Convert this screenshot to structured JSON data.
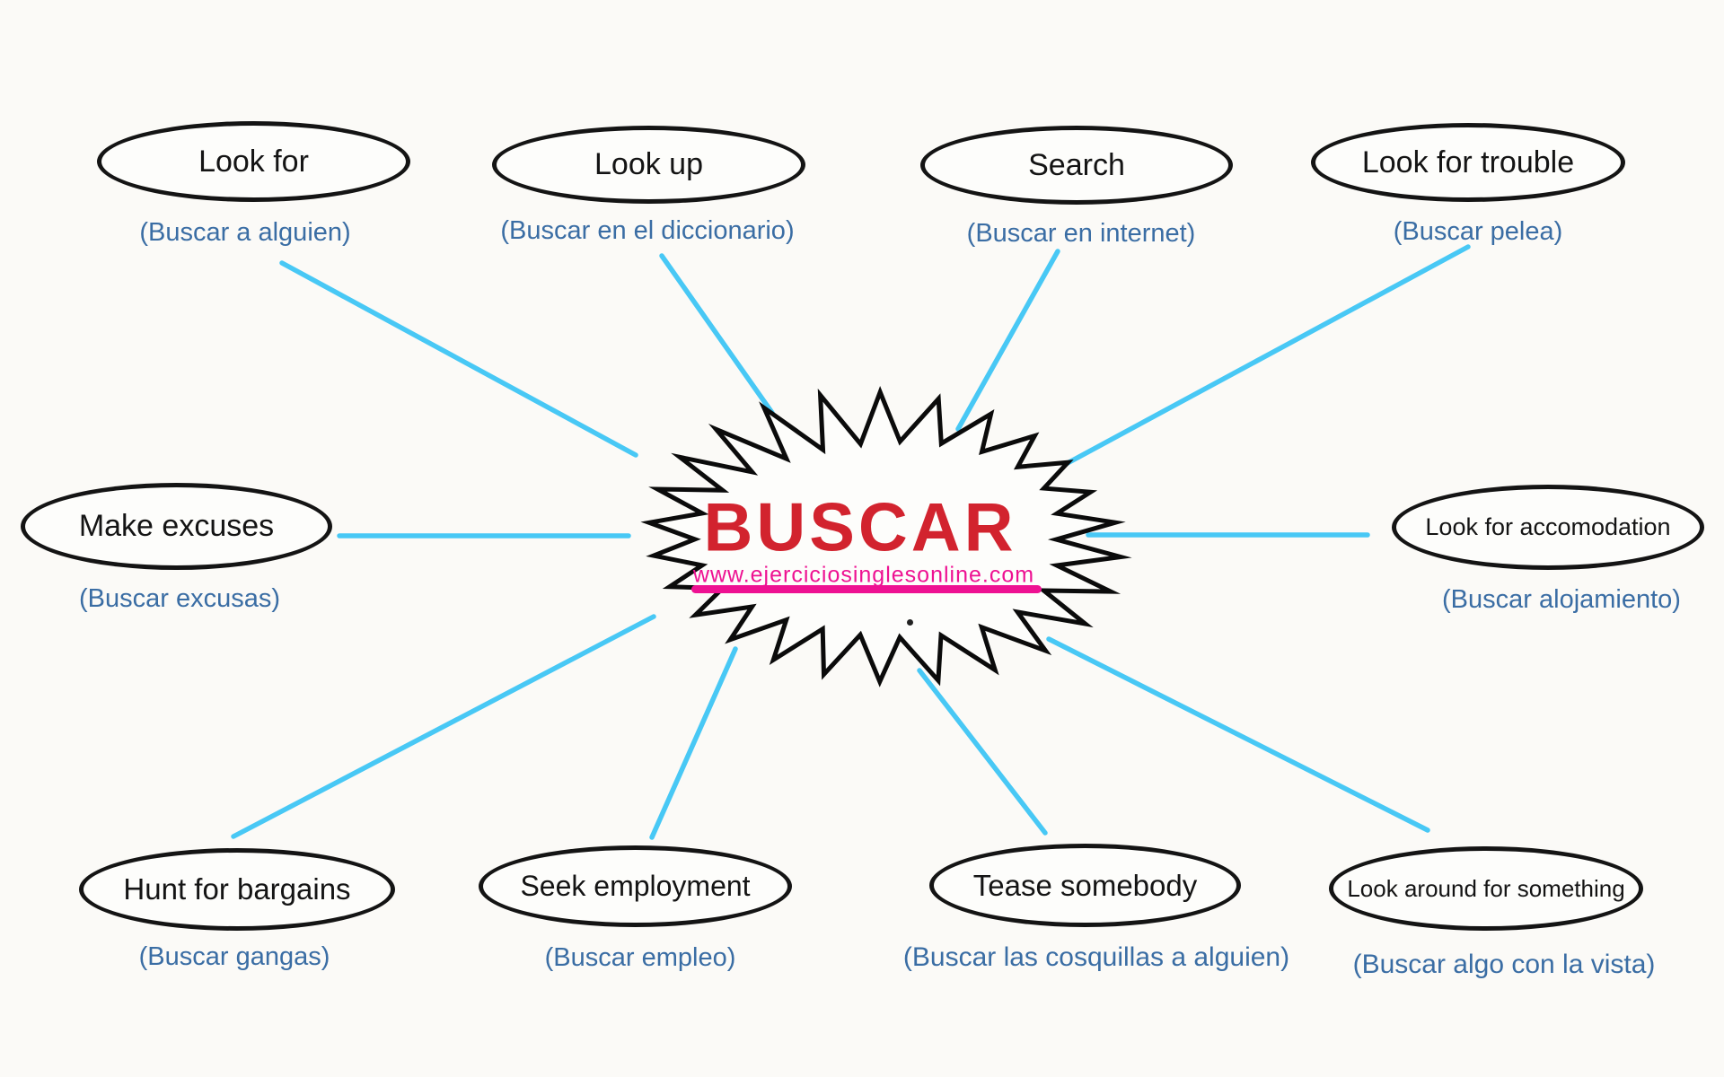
{
  "center": {
    "title": "BUSCAR",
    "url": "www.ejerciciosinglesonline.com"
  },
  "nodes": [
    {
      "id": "look-for",
      "label": "Look for",
      "translation": "(Buscar a alguien)"
    },
    {
      "id": "look-up",
      "label": "Look up",
      "translation": "(Buscar en el diccionario)"
    },
    {
      "id": "search",
      "label": "Search",
      "translation": "(Buscar en internet)"
    },
    {
      "id": "look-for-trouble",
      "label": "Look for trouble",
      "translation": "(Buscar pelea)"
    },
    {
      "id": "make-excuses",
      "label": "Make excuses",
      "translation": "(Buscar excusas)"
    },
    {
      "id": "look-for-accomodation",
      "label": "Look for accomodation",
      "translation": "(Buscar alojamiento)"
    },
    {
      "id": "hunt-for-bargains",
      "label": "Hunt for bargains",
      "translation": "(Buscar gangas)"
    },
    {
      "id": "seek-employment",
      "label": "Seek employment",
      "translation": "(Buscar empleo)"
    },
    {
      "id": "tease-somebody",
      "label": "Tease somebody",
      "translation": "(Buscar las cosquillas a alguien)"
    },
    {
      "id": "look-around-for-something",
      "label": "Look around for something",
      "translation": "(Buscar algo con la vista)"
    }
  ],
  "colors": {
    "background": "#fbfaf7",
    "connector_line": "#48c8f5",
    "translation_text": "#3a6da4",
    "center_title_red": "#d2232e",
    "url_pink": "#ee1192",
    "outline_black": "#141414"
  }
}
